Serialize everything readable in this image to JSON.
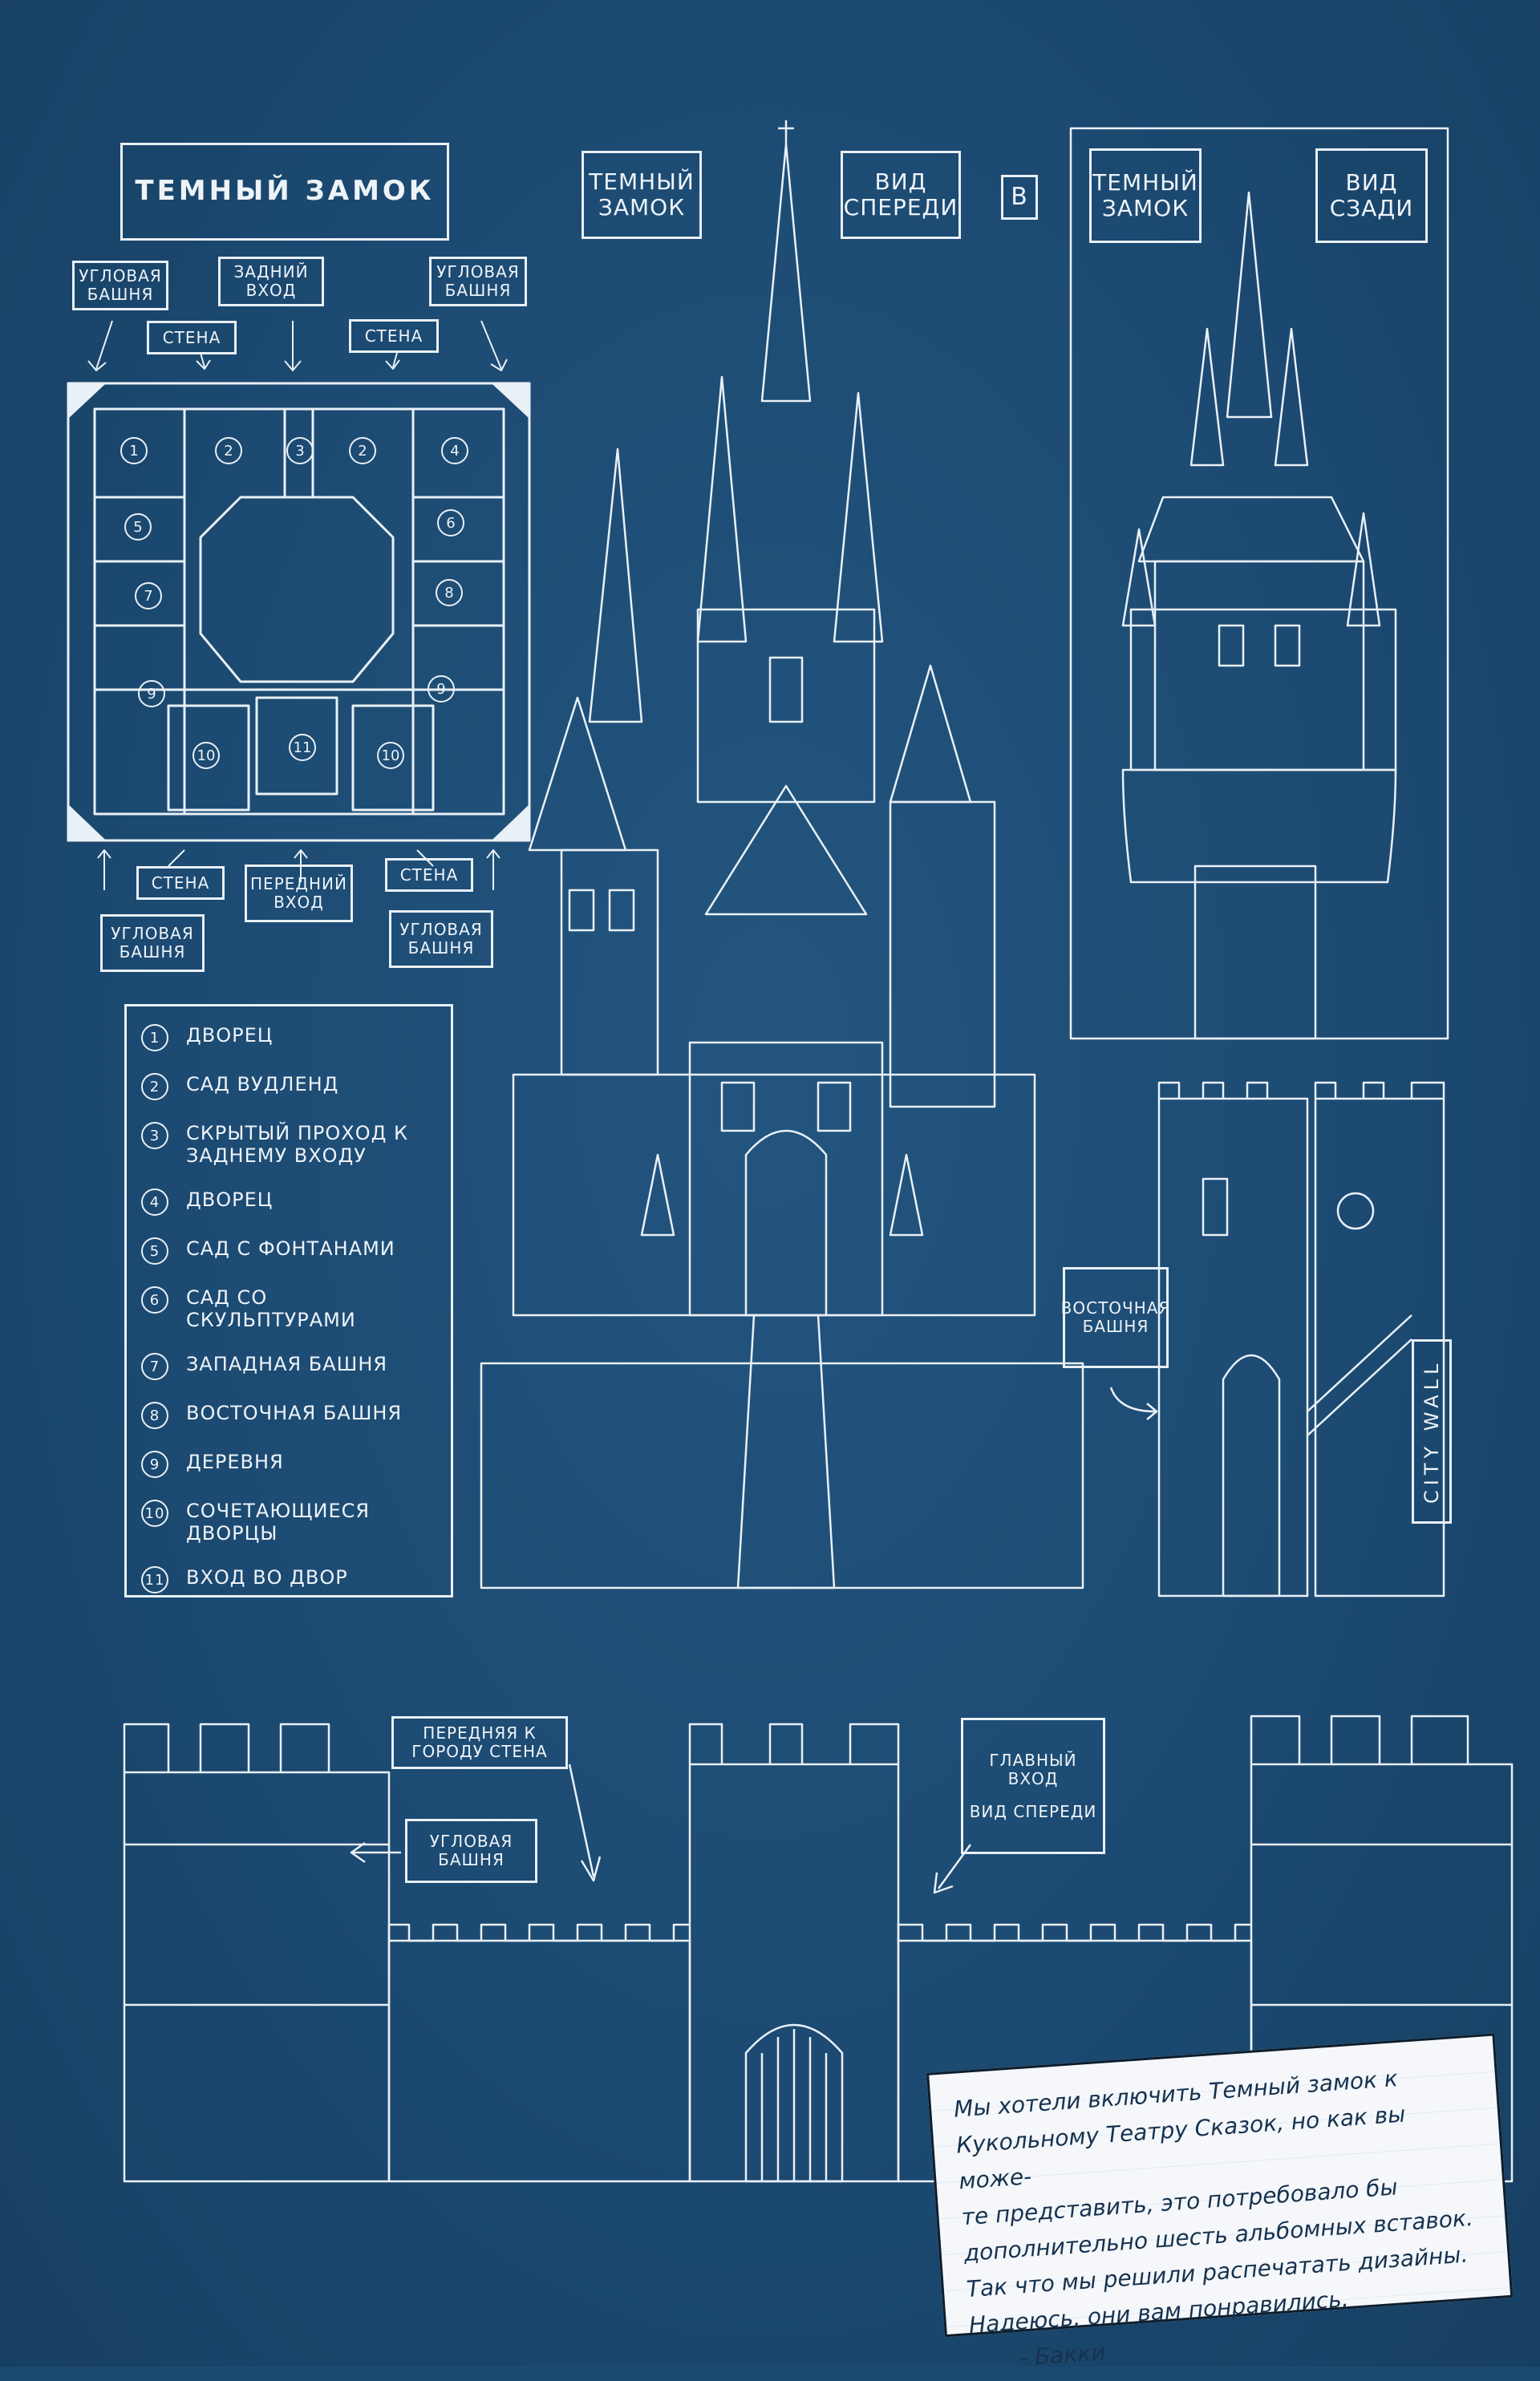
{
  "plan": {
    "title": "Темный замок",
    "labels": {
      "corner_tower": "Угловая башня",
      "back_entrance": "Задний вход",
      "wall": "Стена",
      "front_entrance": "Передний вход"
    },
    "numbers": [
      "1",
      "2",
      "3",
      "2",
      "4",
      "5",
      "6",
      "7",
      "8",
      "9",
      "9",
      "10",
      "11",
      "10"
    ]
  },
  "front_view": {
    "name": "Темный замок",
    "view": "Вид спереди",
    "badge": "B"
  },
  "back_view": {
    "name": "Темный замок",
    "view": "Вид сзади"
  },
  "east_tower": {
    "label": "Восточная башня",
    "city_wall": "CITY WALL"
  },
  "legend": [
    {
      "n": "1",
      "text": "Дворец"
    },
    {
      "n": "2",
      "text": "Сад Вудленд"
    },
    {
      "n": "3",
      "text": "Скрытый проход к заднему входу"
    },
    {
      "n": "4",
      "text": "Дворец"
    },
    {
      "n": "5",
      "text": "Сад с фонтанами"
    },
    {
      "n": "6",
      "text": "Сад со скульптурами"
    },
    {
      "n": "7",
      "text": "Западная башня"
    },
    {
      "n": "8",
      "text": "Восточная башня"
    },
    {
      "n": "9",
      "text": "Деревня"
    },
    {
      "n": "10",
      "text": "Сочетающиеся дворцы"
    },
    {
      "n": "11",
      "text": "Вход во двор"
    }
  ],
  "wall_view": {
    "front_wall": "Передняя к городу стена",
    "corner_tower": "Угловая башня",
    "main_entrance": "Главный вход",
    "front_view": "Вид спереди"
  },
  "note": {
    "lines": [
      "Мы хотели включить Темный замок к",
      "Кукольному Театру Сказок, но как вы може-",
      "те представить, это потребовало бы",
      "дополнительно шесть альбомных вставок.",
      "Так что мы решили распечатать дизайны.",
      "Надеюсь, они вам понравились.",
      "- Бакки"
    ]
  }
}
